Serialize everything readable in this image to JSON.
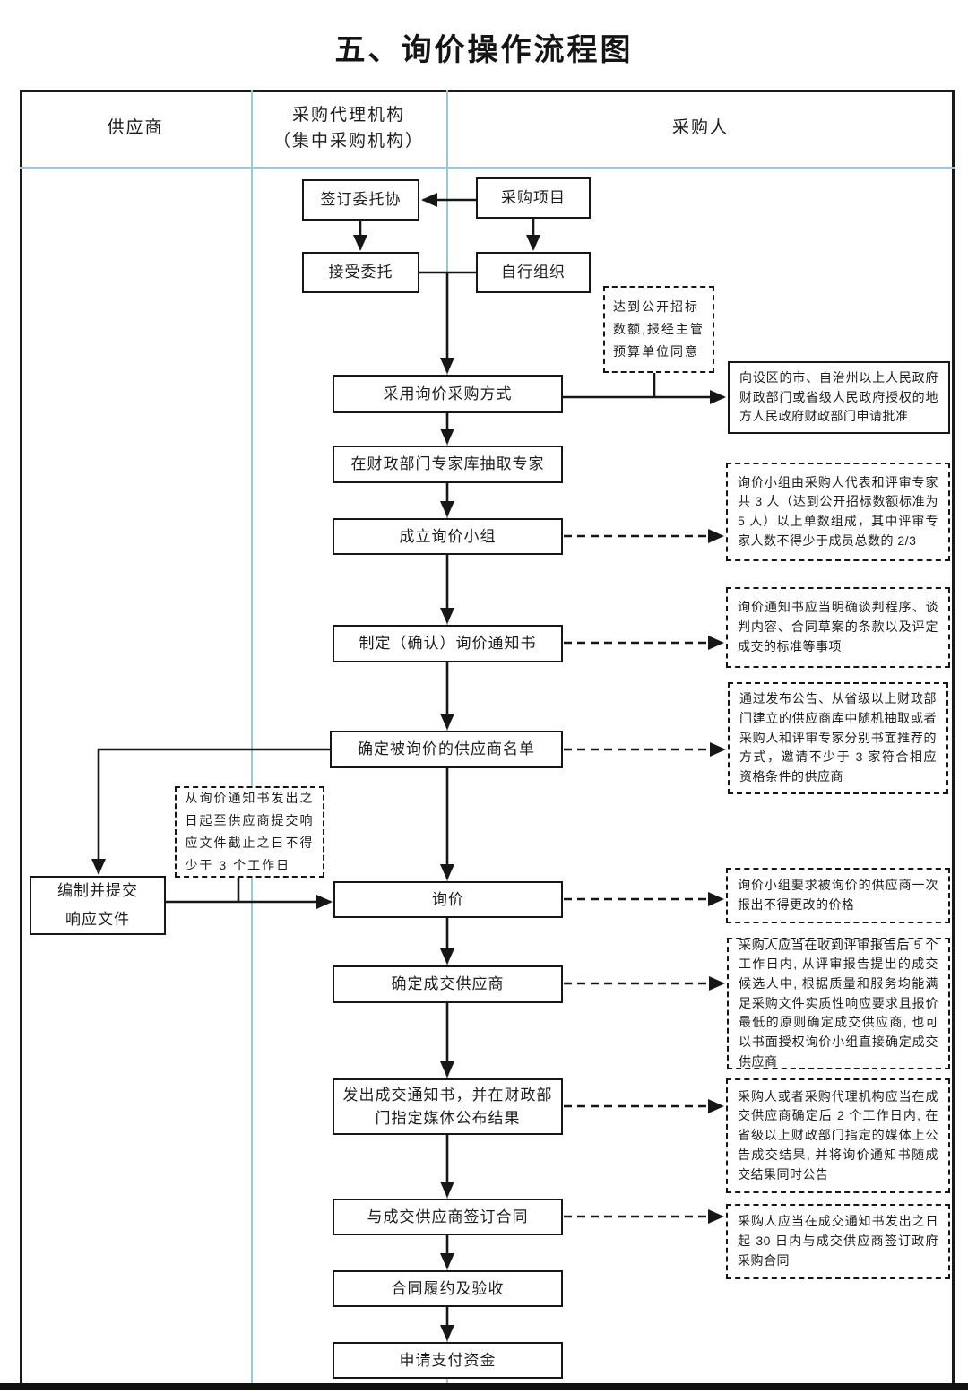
{
  "title": "五、询价操作流程图",
  "colors": {
    "accent_line": "#9ec6d9",
    "ink": "#161616"
  },
  "lanes": {
    "supplier": "供应商",
    "agency": "采购代理机构\n（集中采购机构）",
    "purchaser": "采购人"
  },
  "nodes": {
    "sign_agreement": "签订委托协",
    "project": "采购项目",
    "accept": "接受委托",
    "self_organize": "自行组织",
    "adopt_method": "采用询价采购方式",
    "extract_experts": "在财政部门专家库抽取专家",
    "form_team": "成立询价小组",
    "make_notice": "制定（确认）询价通知书",
    "supplier_list": "确定被询价的供应商名单",
    "inquiry": "询价",
    "determine_winner": "确定成交供应商",
    "publish_result": "发出成交通知书，并在财政部\n门指定媒体公布结果",
    "sign_contract": "与成交供应商签订合同",
    "performance": "合同履约及验收",
    "payment": "申请支付资金",
    "prepare_response": "编制并提交\n响应文件"
  },
  "annotations": {
    "threshold": "达到公开招标\n数额,报经主管\n预算单位同意",
    "apply_approval": "向设区的市、自治州以上人民政府财政部门或省级人民政府授权的地方人民政府财政部门申请批准",
    "team_composition": "询价小组由采购人代表和评审专家共 3 人（达到公开招标数额标准为 5 人）以上单数组成，其中评审专家人数不得少于成员总数的 2/3",
    "notice_content": "询价通知书应当明确谈判程序、谈判内容、合同草案的条款以及评定成交的标准等事项",
    "invite_suppliers": "通过发布公告、从省级以上财政部门建立的供应商库中随机抽取或者采购人和评审专家分别书面推荐的方式，邀请不少于 3 家符合相应资格条件的供应商",
    "response_deadline": "从询价通知书发出之\n日起至供应商提交响\n应文件截止之日不得\n少于 3 个工作日",
    "one_quote": "询价小组要求被询价的供应商一次报出不得更改的价格",
    "winner_rule": "采购人应当在收到评审报告后 5 个工作日内, 从评审报告提出的成交候选人中, 根据质量和服务均能满足采购文件实质性响应要求且报价最低的原则确定成交供应商, 也可以书面授权询价小组直接确定成交供应商",
    "announce_rule": "采购人或者采购代理机构应当在成交供应商确定后 2 个工作日内, 在省级以上财政部门指定的媒体上公告成交结果, 并将询价通知书随成交结果同时公告",
    "contract_deadline": "采购人应当在成交通知书发出之日起 30 日内与成交供应商签订政府采购合同"
  }
}
